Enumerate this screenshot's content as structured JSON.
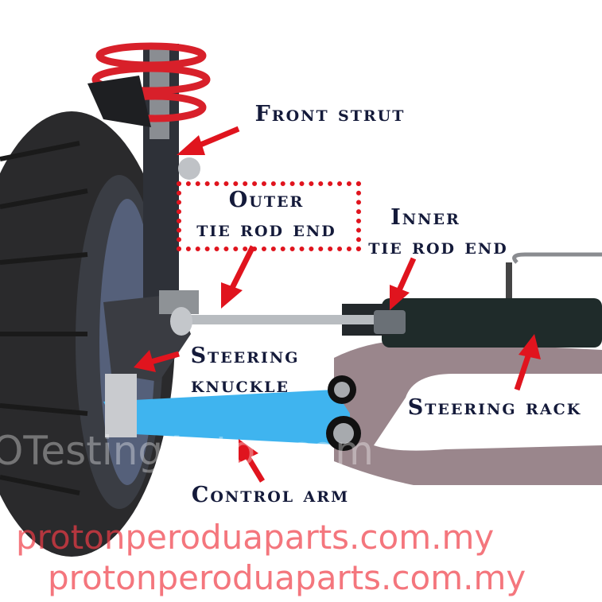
{
  "labels": {
    "front_strut": "Front strut",
    "outer_line1": "Outer",
    "outer_line2": "tie rod end",
    "inner_line1": "Inner",
    "inner_line2": "tie rod end",
    "knuckle_line1": "Steering",
    "knuckle_line2": "knuckle",
    "steering_rack": "Steering rack",
    "control_arm": "Control arm"
  },
  "watermarks": {
    "primary": "protonperoduaparts.com.my",
    "secondary": "OTestingAutos.com"
  },
  "colors": {
    "label_text": "#141a3a",
    "arrow": "#e0141e",
    "control_arm": "#3fb4ef",
    "frame": "#9a868c",
    "spring": "#d8202a"
  }
}
